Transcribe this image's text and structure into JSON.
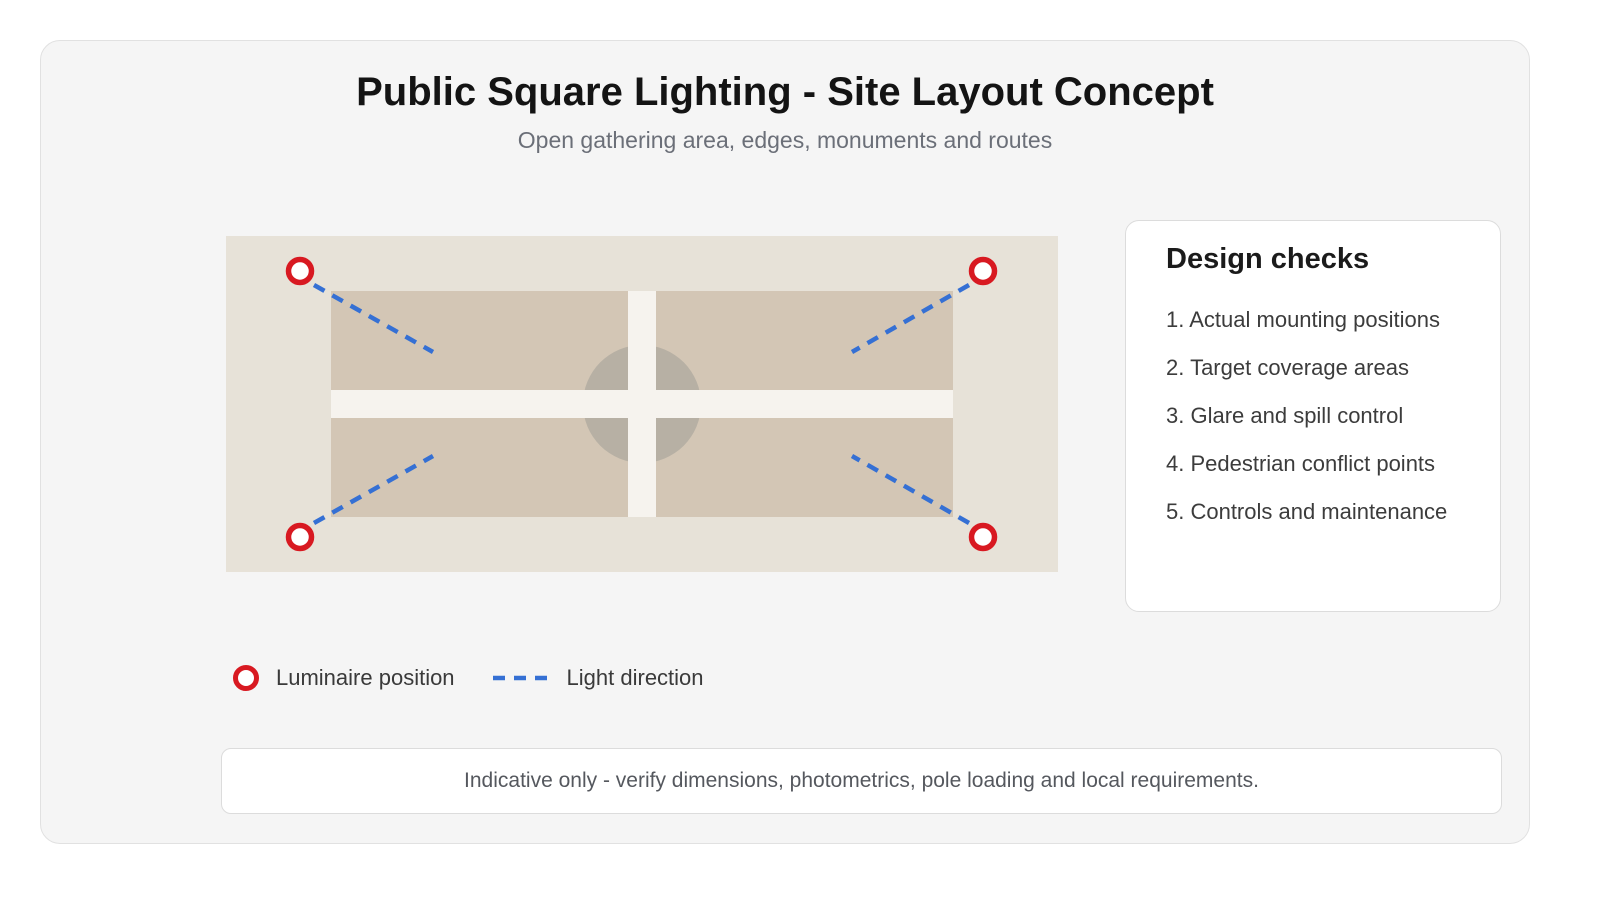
{
  "header": {
    "title": "Public Square Lighting - Site Layout Concept",
    "subtitle": "Open gathering area, edges, monuments and routes"
  },
  "colors": {
    "card_bg": "#f5f5f5",
    "site_bg": "#e7e2d8",
    "block": "#d3c6b5",
    "path": "#f6f3ee",
    "monument": "#b7b0a4",
    "luminaire": "#d81921",
    "light_direction": "#3570d4"
  },
  "site_plan": {
    "luminaires": [
      "top-left",
      "top-right",
      "bottom-left",
      "bottom-right"
    ],
    "features": [
      "gathering blocks",
      "cross paths",
      "central monument"
    ]
  },
  "checks": {
    "title": "Design checks",
    "items": [
      "1. Actual mounting positions",
      "2. Target coverage areas",
      "3. Glare and spill control",
      "4. Pedestrian conflict points",
      "5. Controls and maintenance"
    ]
  },
  "legend": {
    "luminaire_label": "Luminaire position",
    "direction_label": "Light direction"
  },
  "footer": {
    "note": "Indicative only - verify dimensions, photometrics, pole loading and local requirements."
  }
}
